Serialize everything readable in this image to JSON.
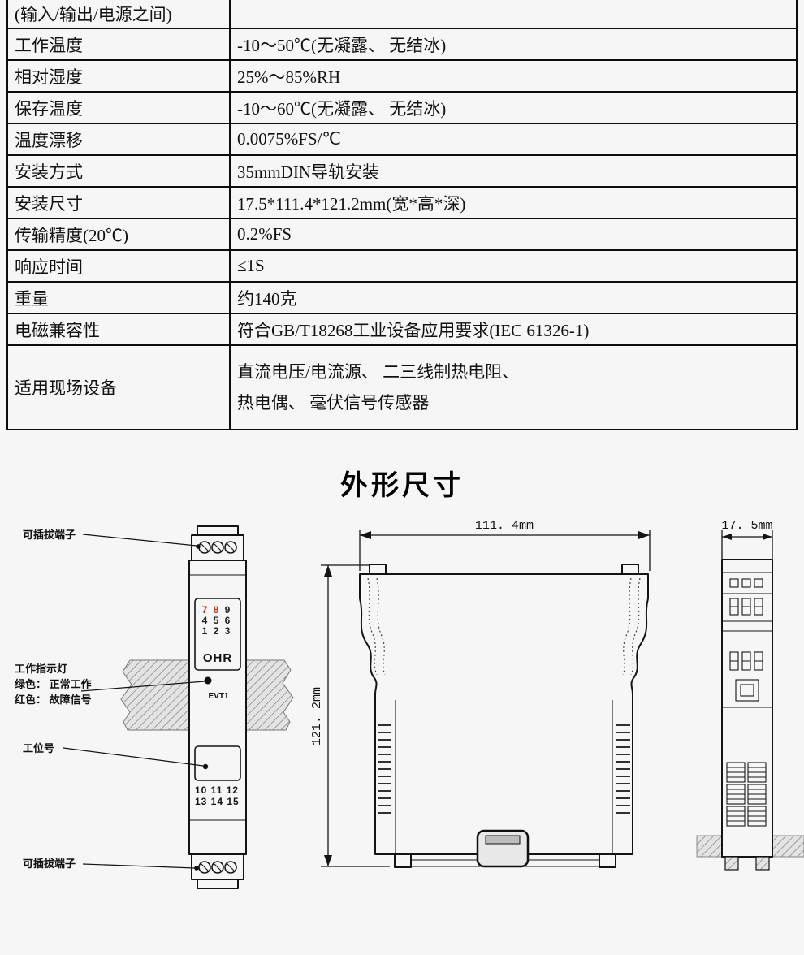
{
  "colors": {
    "page_bg": "#f6f6f6",
    "line": "#141414",
    "terminal_number_red": "#c43518",
    "rail_hatch": "#9c9c9c"
  },
  "spec_table": {
    "rows": [
      {
        "label": "(输入/输出/电源之间)",
        "value": ""
      },
      {
        "label": "工作温度",
        "value": "-10～50℃(无凝露、 无结冰)"
      },
      {
        "label": "相对湿度",
        "value": "25%～85%RH"
      },
      {
        "label": "保存温度",
        "value": "-10～60℃(无凝露、 无结冰)"
      },
      {
        "label": "温度漂移",
        "value": "0.0075%FS/℃"
      },
      {
        "label": "安装方式",
        "value": "35mmDIN导轨安装"
      },
      {
        "label": "安装尺寸",
        "value": "17.5*111.4*121.2mm(宽*高*深)"
      },
      {
        "label": "传输精度(20℃)",
        "value": "0.2%FS"
      },
      {
        "label": "响应时间",
        "value": "≤1S"
      },
      {
        "label": "重量",
        "value": "约140克"
      },
      {
        "label": "电磁兼容性",
        "value": "符合GB/T18268工业设备应用要求(IEC 61326-1)"
      },
      {
        "label": "适用现场设备",
        "value": "直流电压/电流源、 二三线制热电阻、",
        "value2": "热电偶、 毫伏信号传感器"
      }
    ]
  },
  "section_title": "外形尺寸",
  "drawing": {
    "callouts": {
      "top_terminal": "可插拔端子",
      "indicator_title": "工作指示灯",
      "indicator_green": "绿色： 正常工作",
      "indicator_red": "红色： 故障信号",
      "station": "工位号",
      "bottom_terminal": "可插拔端子"
    },
    "front_module": {
      "brand": "OHR",
      "led_label": "EVT1",
      "top_terminals": [
        "7",
        "8",
        "9",
        "4",
        "5",
        "6",
        "1",
        "2",
        "3"
      ],
      "bottom_terminals_row1": "10 11 12",
      "bottom_terminals_row2": "13 14 15"
    },
    "dims": {
      "width": "111. 4mm",
      "height": "121. 2mm",
      "depth": "17. 5mm"
    }
  }
}
